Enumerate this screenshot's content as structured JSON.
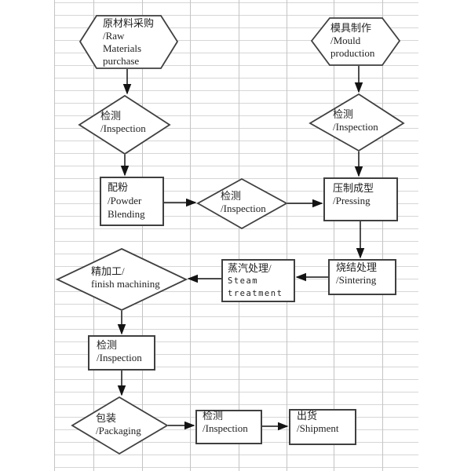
{
  "colors": {
    "background": "#ffffff",
    "grid_line": "#d6d6d6",
    "grid_line_v": "#c4c4c4",
    "shape_border": "#404040",
    "arrow": "#141414",
    "text": "#222222"
  },
  "flowchart": {
    "nodes": {
      "raw_materials_purchase": {
        "shape": "hexagon",
        "lines": [
          "原材料采购",
          "/Raw",
          "Materials",
          "purchase"
        ]
      },
      "mould_production": {
        "shape": "hexagon",
        "lines": [
          "模具制作",
          "/Mould",
          "production"
        ]
      },
      "inspection_raw": {
        "shape": "diamond",
        "lines": [
          "检测",
          "/Inspection"
        ]
      },
      "inspection_mould": {
        "shape": "diamond",
        "lines": [
          "检测",
          "/Inspection"
        ]
      },
      "powder_blending": {
        "shape": "rect",
        "lines": [
          "配粉",
          "/Powder",
          "Blending"
        ]
      },
      "inspection_blend": {
        "shape": "diamond",
        "lines": [
          "检测",
          "/Inspection"
        ]
      },
      "pressing": {
        "shape": "rect",
        "lines": [
          "压制成型",
          "/Pressing"
        ]
      },
      "sintering": {
        "shape": "rect",
        "lines": [
          "烧结处理",
          "/Sintering"
        ]
      },
      "steam_treatment": {
        "shape": "rect",
        "lines": [
          "蒸汽处理/",
          "Steam",
          "treatment"
        ]
      },
      "finish_machining": {
        "shape": "diamond",
        "lines": [
          "精加工/",
          "finish machining"
        ]
      },
      "inspection_machining": {
        "shape": "rect",
        "lines": [
          "检测",
          "/Inspection"
        ]
      },
      "packaging": {
        "shape": "diamond",
        "lines": [
          "包装",
          "/Packaging"
        ]
      },
      "inspection_final": {
        "shape": "rect",
        "lines": [
          "检测",
          "/Inspection"
        ]
      },
      "shipment": {
        "shape": "rect",
        "lines": [
          "出货",
          "/Shipment"
        ]
      }
    },
    "edges": [
      {
        "from": "raw_materials_purchase",
        "to": "inspection_raw"
      },
      {
        "from": "inspection_raw",
        "to": "powder_blending"
      },
      {
        "from": "powder_blending",
        "to": "inspection_blend"
      },
      {
        "from": "inspection_blend",
        "to": "pressing"
      },
      {
        "from": "mould_production",
        "to": "inspection_mould"
      },
      {
        "from": "inspection_mould",
        "to": "pressing"
      },
      {
        "from": "pressing",
        "to": "sintering"
      },
      {
        "from": "sintering",
        "to": "steam_treatment"
      },
      {
        "from": "steam_treatment",
        "to": "finish_machining"
      },
      {
        "from": "finish_machining",
        "to": "inspection_machining"
      },
      {
        "from": "inspection_machining",
        "to": "packaging"
      },
      {
        "from": "packaging",
        "to": "inspection_final"
      },
      {
        "from": "inspection_final",
        "to": "shipment"
      }
    ]
  }
}
